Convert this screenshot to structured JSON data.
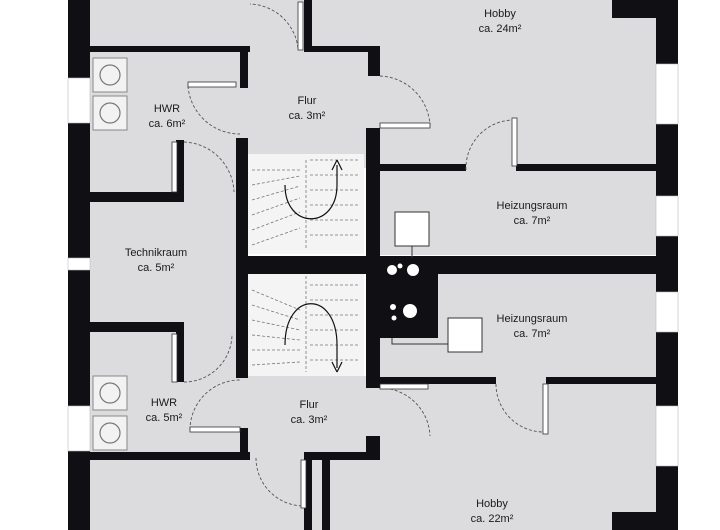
{
  "colors": {
    "wall": "#0f0f14",
    "floor": "#dcdcde",
    "stair": "#f4f4f4",
    "door_arc": "#555555",
    "background": "#ffffff"
  },
  "rooms": {
    "hobby_top": {
      "name": "Hobby",
      "area": "ca. 24m²"
    },
    "flur_top": {
      "name": "Flur",
      "area": "ca. 3m²"
    },
    "hwr_top": {
      "name": "HWR",
      "area": "ca. 6m²"
    },
    "heizung_top": {
      "name": "Heizungsraum",
      "area": "ca. 7m²"
    },
    "technikraum": {
      "name": "Technikraum",
      "area": "ca. 5m²"
    },
    "heizung_bottom": {
      "name": "Heizungsraum",
      "area": "ca. 7m²"
    },
    "hwr_bottom": {
      "name": "HWR",
      "area": "ca. 5m²"
    },
    "flur_bottom": {
      "name": "Flur",
      "area": "ca. 3m²"
    },
    "hobby_bottom": {
      "name": "Hobby",
      "area": "ca. 22m²"
    }
  },
  "icons": {
    "washer": "washing-machine-icon",
    "dryer": "dryer-icon",
    "boiler": "boiler-icon",
    "chimney": "chimney-icon"
  }
}
